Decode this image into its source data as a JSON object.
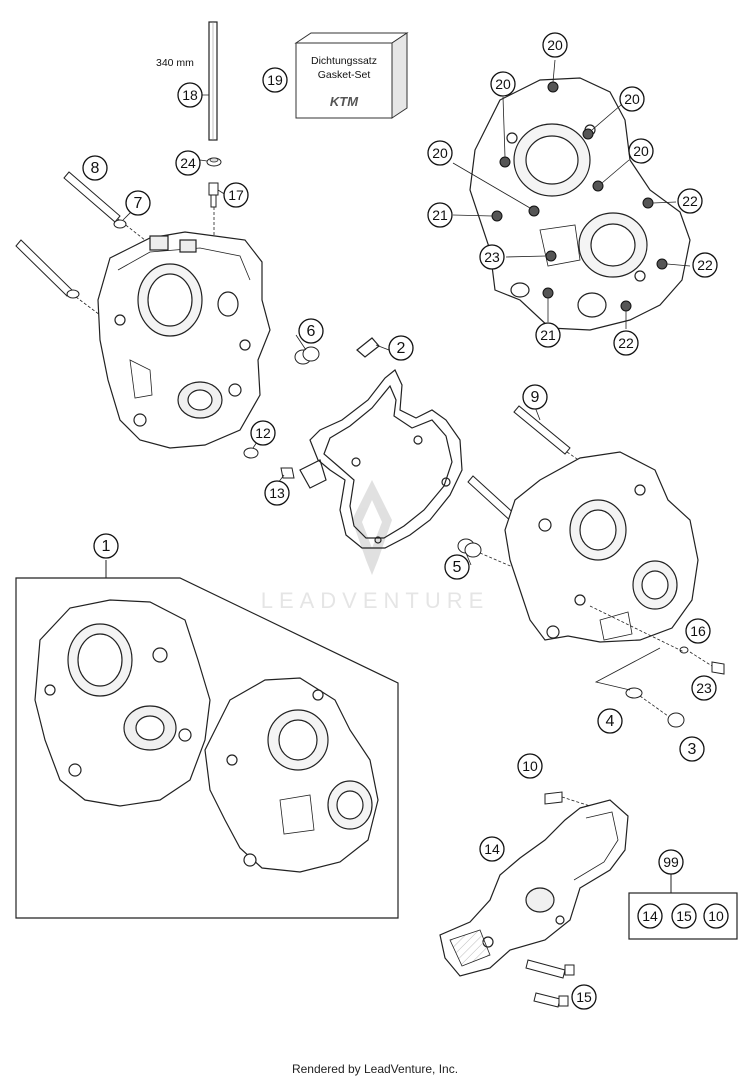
{
  "dimension_label": "340 mm",
  "gasket_box": {
    "line1": "Dichtungssatz",
    "line2": "Gasket-Set",
    "brand": "KTM"
  },
  "watermark": "LEADVENTURE",
  "footer": "Rendered by LeadVenture, Inc.",
  "callouts": [
    {
      "id": "c18",
      "label": "18"
    },
    {
      "id": "c19",
      "label": "19"
    },
    {
      "id": "c24",
      "label": "24"
    },
    {
      "id": "c17",
      "label": "17"
    },
    {
      "id": "c8",
      "label": "8"
    },
    {
      "id": "c7",
      "label": "7"
    },
    {
      "id": "c6",
      "label": "6"
    },
    {
      "id": "c2",
      "label": "2"
    },
    {
      "id": "c12",
      "label": "12"
    },
    {
      "id": "c13",
      "label": "13"
    },
    {
      "id": "c20a",
      "label": "20"
    },
    {
      "id": "c20b",
      "label": "20"
    },
    {
      "id": "c20c",
      "label": "20"
    },
    {
      "id": "c20d",
      "label": "20"
    },
    {
      "id": "c20e",
      "label": "20"
    },
    {
      "id": "c22a",
      "label": "22"
    },
    {
      "id": "c21a",
      "label": "21"
    },
    {
      "id": "c23a",
      "label": "23"
    },
    {
      "id": "c22b",
      "label": "22"
    },
    {
      "id": "c21b",
      "label": "21"
    },
    {
      "id": "c22c",
      "label": "22"
    },
    {
      "id": "c9",
      "label": "9"
    },
    {
      "id": "c5",
      "label": "5"
    },
    {
      "id": "c16",
      "label": "16"
    },
    {
      "id": "c23b",
      "label": "23"
    },
    {
      "id": "c4",
      "label": "4"
    },
    {
      "id": "c3",
      "label": "3"
    },
    {
      "id": "c1",
      "label": "1"
    },
    {
      "id": "c10a",
      "label": "10"
    },
    {
      "id": "c14a",
      "label": "14"
    },
    {
      "id": "c99",
      "label": "99"
    },
    {
      "id": "c14b",
      "label": "14"
    },
    {
      "id": "c15b",
      "label": "15"
    },
    {
      "id": "c10b",
      "label": "10"
    },
    {
      "id": "c15a",
      "label": "15"
    }
  ]
}
